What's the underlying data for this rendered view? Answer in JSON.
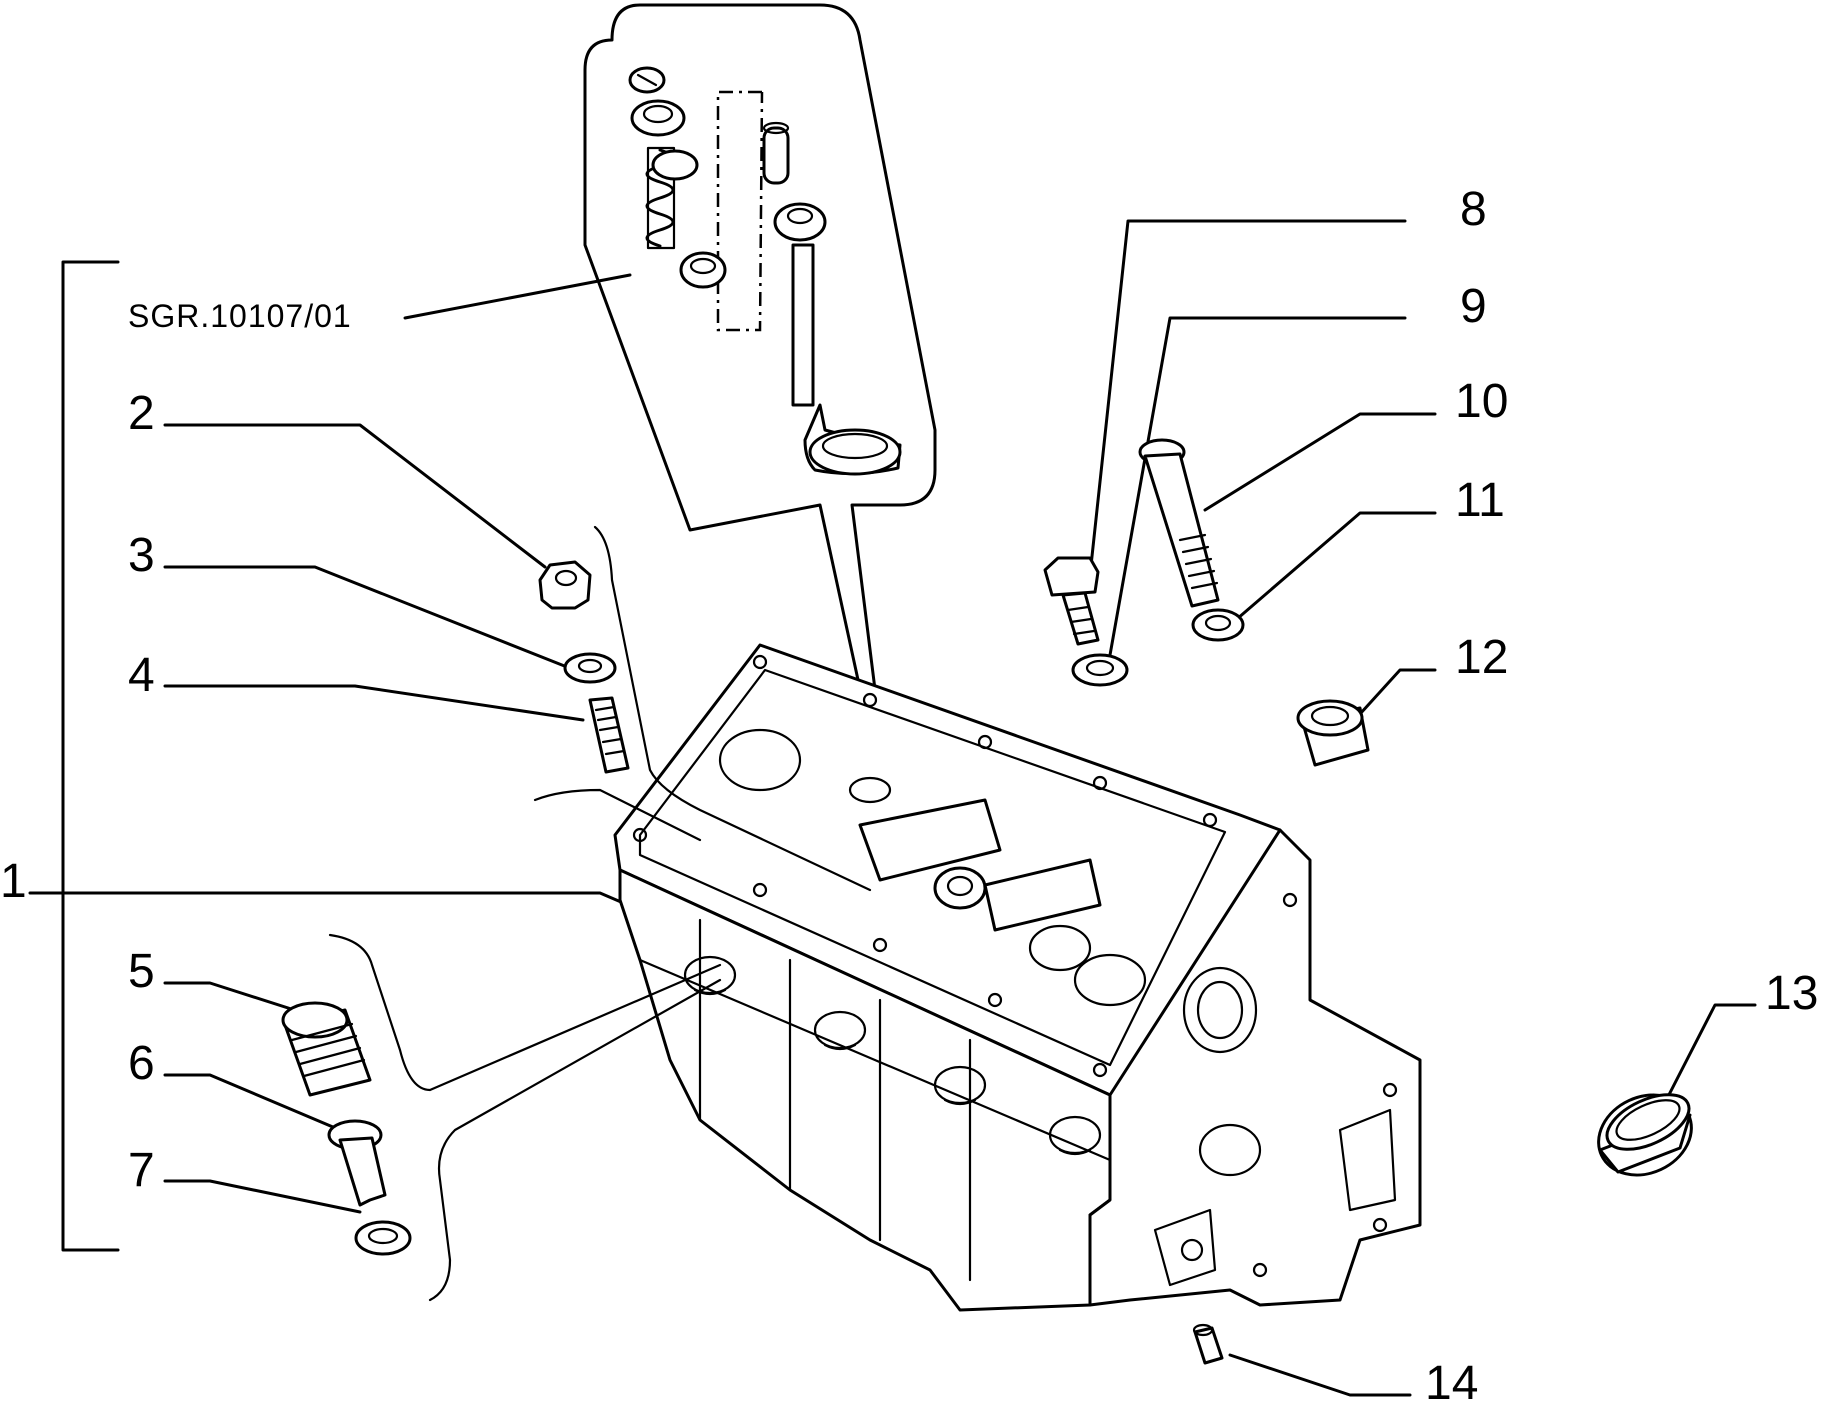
{
  "diagram": {
    "reference_code": "SGR.10107/01",
    "callouts": [
      {
        "id": "1",
        "text": "1"
      },
      {
        "id": "2",
        "text": "2"
      },
      {
        "id": "3",
        "text": "3"
      },
      {
        "id": "4",
        "text": "4"
      },
      {
        "id": "5",
        "text": "5"
      },
      {
        "id": "6",
        "text": "6"
      },
      {
        "id": "7",
        "text": "7"
      },
      {
        "id": "8",
        "text": "8"
      },
      {
        "id": "9",
        "text": "9"
      },
      {
        "id": "10",
        "text": "10"
      },
      {
        "id": "11",
        "text": "11"
      },
      {
        "id": "12",
        "text": "12"
      },
      {
        "id": "13",
        "text": "13"
      },
      {
        "id": "14",
        "text": "14"
      }
    ]
  }
}
